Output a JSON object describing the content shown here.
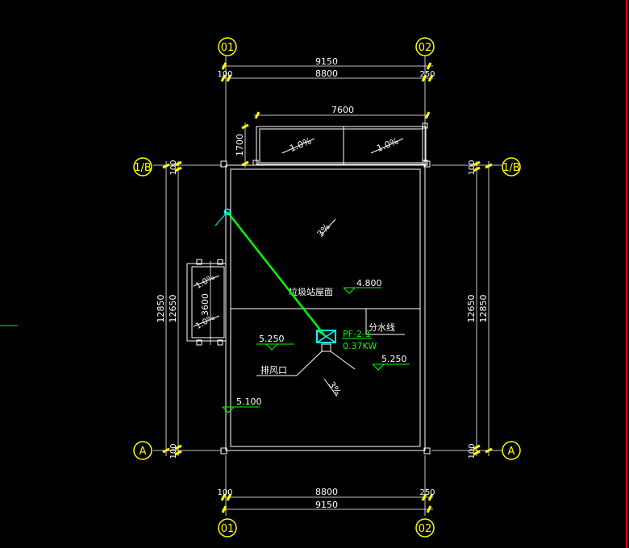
{
  "axes": {
    "top_left": "01",
    "top_right": "02",
    "bottom_left": "01",
    "bottom_right": "02",
    "left_upper": "1/B",
    "right_upper": "1/B",
    "left_lower": "A",
    "right_lower": "A"
  },
  "dimensions": {
    "top_overall": "9150",
    "top_inner": "8800",
    "top_left_offset": "100",
    "top_right_offset": "250",
    "canopy_width": "7600",
    "canopy_depth": "1700",
    "bottom_overall": "9150",
    "bottom_inner": "8800",
    "bottom_left_offset": "100",
    "bottom_right_offset": "250",
    "left_outer": "12850",
    "left_inner": "12650",
    "left_side_box": "3600",
    "left_top_offset": "100",
    "left_bottom_offset": "100",
    "right_inner": "12650",
    "right_outer": "12850",
    "right_top_offset": "100",
    "right_bottom_offset": "100"
  },
  "slopes": {
    "canopy_left": "1.0%",
    "canopy_right": "1.0%",
    "roof_upper": "3%",
    "roof_lower": "3%",
    "side_upper": "1.0%",
    "side_lower": "1.0%"
  },
  "labels": {
    "roof_name": "垃圾站屋面",
    "ridge_line": "分水线",
    "exhaust_outlet": "排风口",
    "fan_tag": "PF-2-1",
    "fan_power": "0.37KW"
  },
  "elevations": {
    "roof": "4.800",
    "left_mid": "5.250",
    "right_mid": "5.250",
    "lower_left": "5.100"
  }
}
